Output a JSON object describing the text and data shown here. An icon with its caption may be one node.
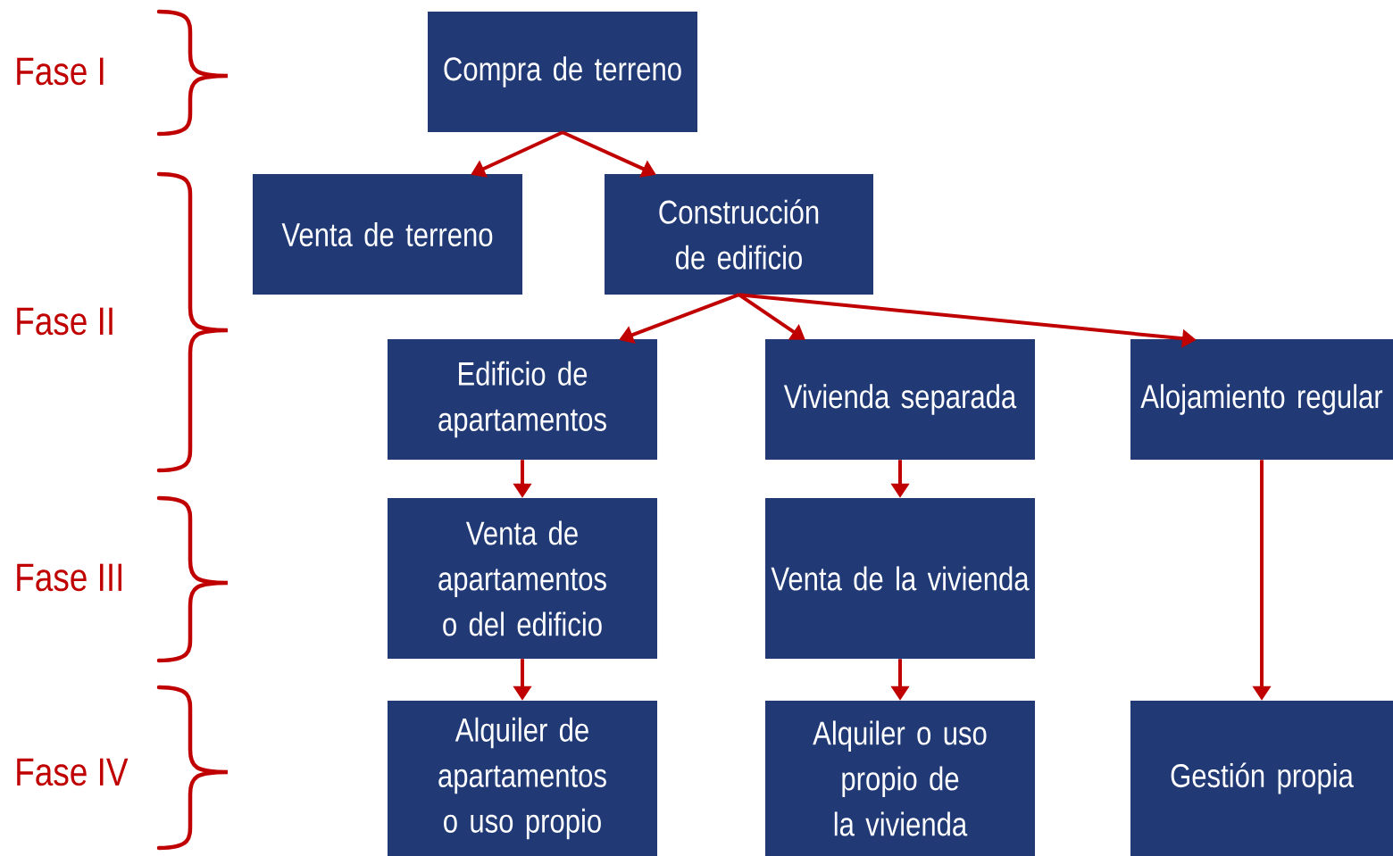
{
  "diagram": {
    "nodes": [
      {
        "text": [
          "Compra de terreno"
        ]
      },
      {
        "text": [
          "Venta de terreno"
        ]
      },
      {
        "text": [
          "Construcción de edificio"
        ]
      },
      {
        "text": [
          "Edificio de apartamentos"
        ]
      },
      {
        "text": [
          "Vivienda separada"
        ]
      },
      {
        "text": [
          "Alojamiento regular"
        ]
      },
      {
        "text": [
          "Venta de apartamentos o del edificio"
        ]
      },
      {
        "text": [
          "Venta de la vivienda"
        ]
      },
      {
        "text": [
          "Alquiler de apartamentos o uso propio"
        ]
      },
      {
        "text": [
          "Alquiler o uso propio de la vivienda"
        ]
      },
      {
        "text": [
          "Gestión propia"
        ]
      }
    ],
    "edges": [
      {
        "from": 0,
        "to": 1,
        "arrow": "to"
      },
      {
        "from": 0,
        "to": 2,
        "arrow": "to"
      },
      {
        "from": 2,
        "to": 3,
        "arrow": "to"
      },
      {
        "from": 2,
        "to": 4,
        "arrow": "to"
      },
      {
        "from": 2,
        "to": 5,
        "arrow": "to"
      },
      {
        "from": 3,
        "to": 6,
        "arrow": "to"
      },
      {
        "from": 4,
        "to": 7,
        "arrow": "to"
      },
      {
        "from": 5,
        "to": 10,
        "arrow": "to"
      },
      {
        "from": 6,
        "to": 8,
        "arrow": "to"
      },
      {
        "from": 7,
        "to": 9,
        "arrow": "to"
      }
    ],
    "labels": [
      "Fase I",
      "Fase II",
      "Fase III",
      "Fase IV"
    ]
  }
}
